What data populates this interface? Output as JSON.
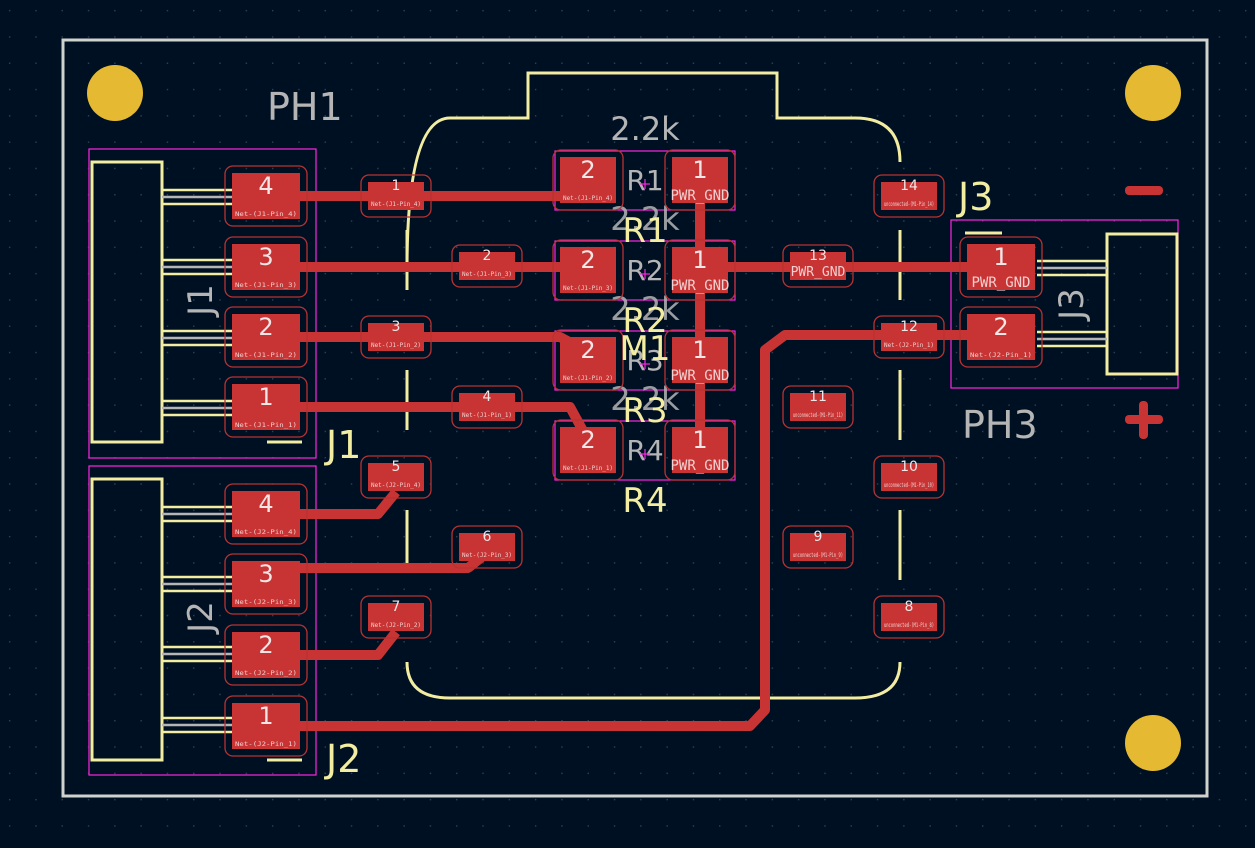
{
  "app": "PCB layout editor",
  "colors": {
    "background": "#001023",
    "grid": "#5a6474",
    "edge_cuts": "#d0d2cd",
    "copper": "#c83434",
    "pad_clearance": "#b83232",
    "silkscreen": "#f2eda1",
    "fab": "#b5b5b5",
    "courtyard": "#ff26e2",
    "mounting_hole": "#e6b932"
  },
  "mounting_holes": [
    {
      "name": "mounting-hole-top-left"
    },
    {
      "name": "mounting-hole-top-right"
    },
    {
      "name": "mounting-hole-bottom-right"
    }
  ],
  "labels": {
    "ph1": "PH1",
    "ph3": "PH3",
    "resistor_value": "2.2k",
    "j1_silk": "J1",
    "j2_silk": "J2",
    "j3_silk": "J3",
    "j1_fab": "J1",
    "j2_fab": "J2",
    "j3_fab": "J3",
    "minus_marker": "−",
    "plus_marker": "+"
  },
  "connectors": {
    "J1": {
      "ref": "J1",
      "pads": [
        {
          "num": "4",
          "net": "Net-(J1-Pin_4)"
        },
        {
          "num": "3",
          "net": "Net-(J1-Pin_3)"
        },
        {
          "num": "2",
          "net": "Net-(J1-Pin_2)"
        },
        {
          "num": "1",
          "net": "Net-(J1-Pin_1)"
        }
      ]
    },
    "J2": {
      "ref": "J2",
      "pads": [
        {
          "num": "4",
          "net": "Net-(J2-Pin_4)"
        },
        {
          "num": "3",
          "net": "Net-(J2-Pin_3)"
        },
        {
          "num": "2",
          "net": "Net-(J2-Pin_2)"
        },
        {
          "num": "1",
          "net": "Net-(J2-Pin_1)"
        }
      ]
    },
    "J3": {
      "ref": "J3",
      "pads": [
        {
          "num": "1",
          "net": "PWR_GND"
        },
        {
          "num": "2",
          "net": "Net-(J2-Pin_1)"
        }
      ]
    }
  },
  "resistors": [
    {
      "ref": "R1",
      "silk": "R1",
      "value": "2.2k",
      "pad2_net": "Net-(J1-Pin_4)",
      "pad1_net": "PWR_GND"
    },
    {
      "ref": "R2",
      "silk": "R2",
      "value": "2.2k",
      "pad2_net": "Net-(J1-Pin_3)",
      "pad1_net": "PWR_GND"
    },
    {
      "ref": "R3",
      "silk": "R3",
      "value": "2.2k",
      "pad2_net": "Net-(J1-Pin_2)",
      "pad1_net": "PWR_GND"
    },
    {
      "ref": "R4",
      "silk": "R4",
      "value": "2.2k",
      "pad2_net": "Net-(J1-Pin_1)",
      "pad1_net": "PWR_GND"
    }
  ],
  "module": {
    "ref": "M1",
    "pads": [
      {
        "num": "1",
        "net": "Net-(J1-Pin_4)"
      },
      {
        "num": "2",
        "net": "Net-(J1-Pin_3)"
      },
      {
        "num": "3",
        "net": "Net-(J1-Pin_2)"
      },
      {
        "num": "4",
        "net": "Net-(J1-Pin_1)"
      },
      {
        "num": "5",
        "net": "Net-(J2-Pin_4)"
      },
      {
        "num": "6",
        "net": "Net-(J2-Pin_3)"
      },
      {
        "num": "7",
        "net": "Net-(J2-Pin_2)"
      },
      {
        "num": "8",
        "net": "unconnected-(M1-Pin_8)"
      },
      {
        "num": "9",
        "net": "unconnected-(M1-Pin_9)"
      },
      {
        "num": "10",
        "net": "unconnected-(M1-Pin_10)"
      },
      {
        "num": "11",
        "net": "unconnected-(M1-Pin_11)"
      },
      {
        "num": "12",
        "net": "Net-(J2-Pin_1)"
      },
      {
        "num": "13",
        "net": "PWR_GND"
      },
      {
        "num": "14",
        "net": "unconnected-(M1-Pin_14)"
      }
    ]
  }
}
